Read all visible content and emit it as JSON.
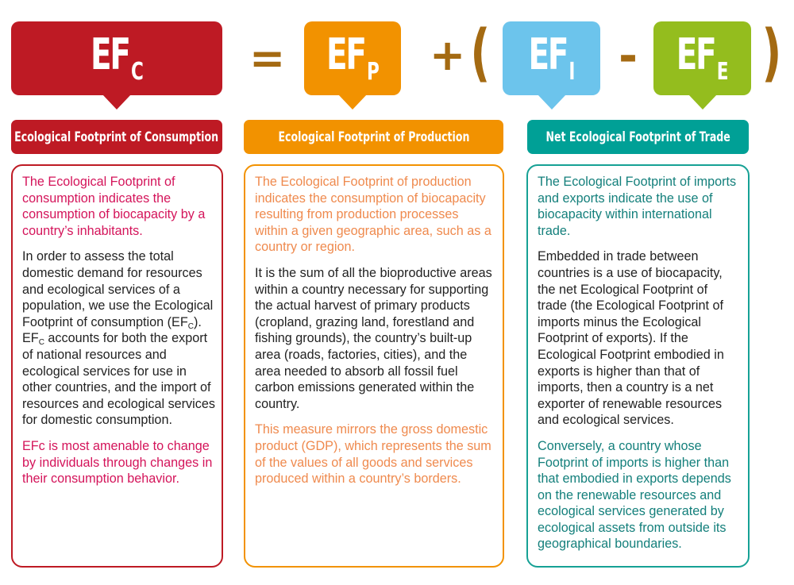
{
  "formula": {
    "terms": [
      {
        "id": "efc",
        "main": "EF",
        "subscript": "C",
        "color": "#be1a24"
      },
      {
        "id": "efp",
        "main": "EF",
        "subscript": "P",
        "color": "#f29200"
      },
      {
        "id": "efi",
        "main": "EF",
        "subscript": "I",
        "color": "#6cc4ec"
      },
      {
        "id": "efe",
        "main": "EF",
        "subscript": "E",
        "color": "#94bd1e"
      }
    ],
    "operators": {
      "equals": "=",
      "plus": "+",
      "open_paren": "(",
      "minus": "-",
      "close_paren": ")"
    },
    "operator_color": "#a46a12"
  },
  "columns": [
    {
      "title": "Ecological Footprint of Consumption",
      "title_color": "#be1a24",
      "border_color": "#be1a24",
      "intro": "The Ecological Footprint of consumption indicates the consumption of biocapacity by a country’s inhabitants.",
      "intro_color": "#d4145a",
      "body_parts": {
        "a": "In order to assess the total domestic demand for resources and ecological services of a population, we use the Ecological Footprint of consumption (EF",
        "sub1": "C",
        "b": "). EF",
        "sub2": "C",
        "c": " accounts for both the export of national resources and ecological services for use in other countries, and the import of resources and ecological services for domestic consumption."
      },
      "note": "EFc is most amenable to change by individuals through changes in their consumption behavior.",
      "note_color": "#d4145a"
    },
    {
      "title": "Ecological Footprint of Production",
      "title_color": "#f29200",
      "border_color": "#f29200",
      "intro": "The Ecological Footprint of production indicates the consumption of biocapacity resulting from production processes within a given geographic area, such as a country or region.",
      "intro_color": "#ef8a4e",
      "body": "It is the sum of all the bioproductive areas within a country necessary for supporting the actual harvest of primary products (cropland, grazing land, forestland and fishing grounds), the country’s built-up area (roads, factories, cities), and the area needed to absorb all fossil fuel carbon emissions generated within the country.",
      "note": "This measure mirrors the gross domestic product (GDP), which represents the sum of the values of all goods and services produced within a country’s borders.",
      "note_color": "#ef8a4e"
    },
    {
      "title": "Net Ecological Footprint of Trade",
      "title_color": "#00a096",
      "border_color": "#16a195",
      "intro": "The Ecological Footprint of imports and exports indicate the use of biocapacity within international trade.",
      "intro_color": "#137f7b",
      "body": "Embedded in trade between countries is a use of biocapacity, the net Ecological Footprint of trade (the Ecological Footprint of imports minus the Ecological Footprint of exports). If the Ecological Footprint embodied in exports is higher than that of imports, then a country is a net exporter of renewable resources and ecological services.",
      "note": "Conversely, a country whose Footprint of imports is higher than that embodied in exports depends on the renewable resources and ecological services generated by ecological assets from outside its geographical boundaries.",
      "note_color": "#137f7b"
    }
  ]
}
